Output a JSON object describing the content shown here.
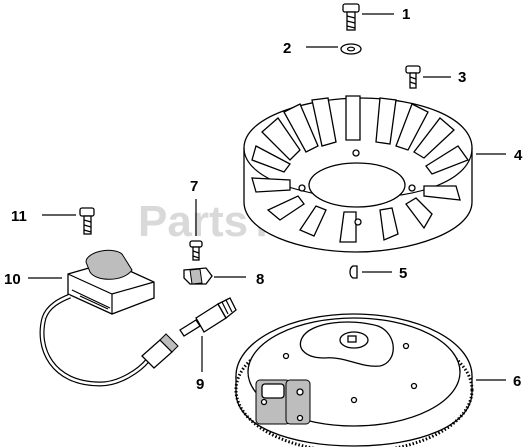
{
  "watermark": "PartsTree",
  "callouts": [
    {
      "id": "1",
      "text": "1"
    },
    {
      "id": "2",
      "text": "2"
    },
    {
      "id": "3",
      "text": "3"
    },
    {
      "id": "4",
      "text": "4"
    },
    {
      "id": "5",
      "text": "5"
    },
    {
      "id": "6",
      "text": "6"
    },
    {
      "id": "7",
      "text": "7"
    },
    {
      "id": "8",
      "text": "8"
    },
    {
      "id": "9",
      "text": "9"
    },
    {
      "id": "10",
      "text": "10"
    },
    {
      "id": "11",
      "text": "11"
    }
  ]
}
